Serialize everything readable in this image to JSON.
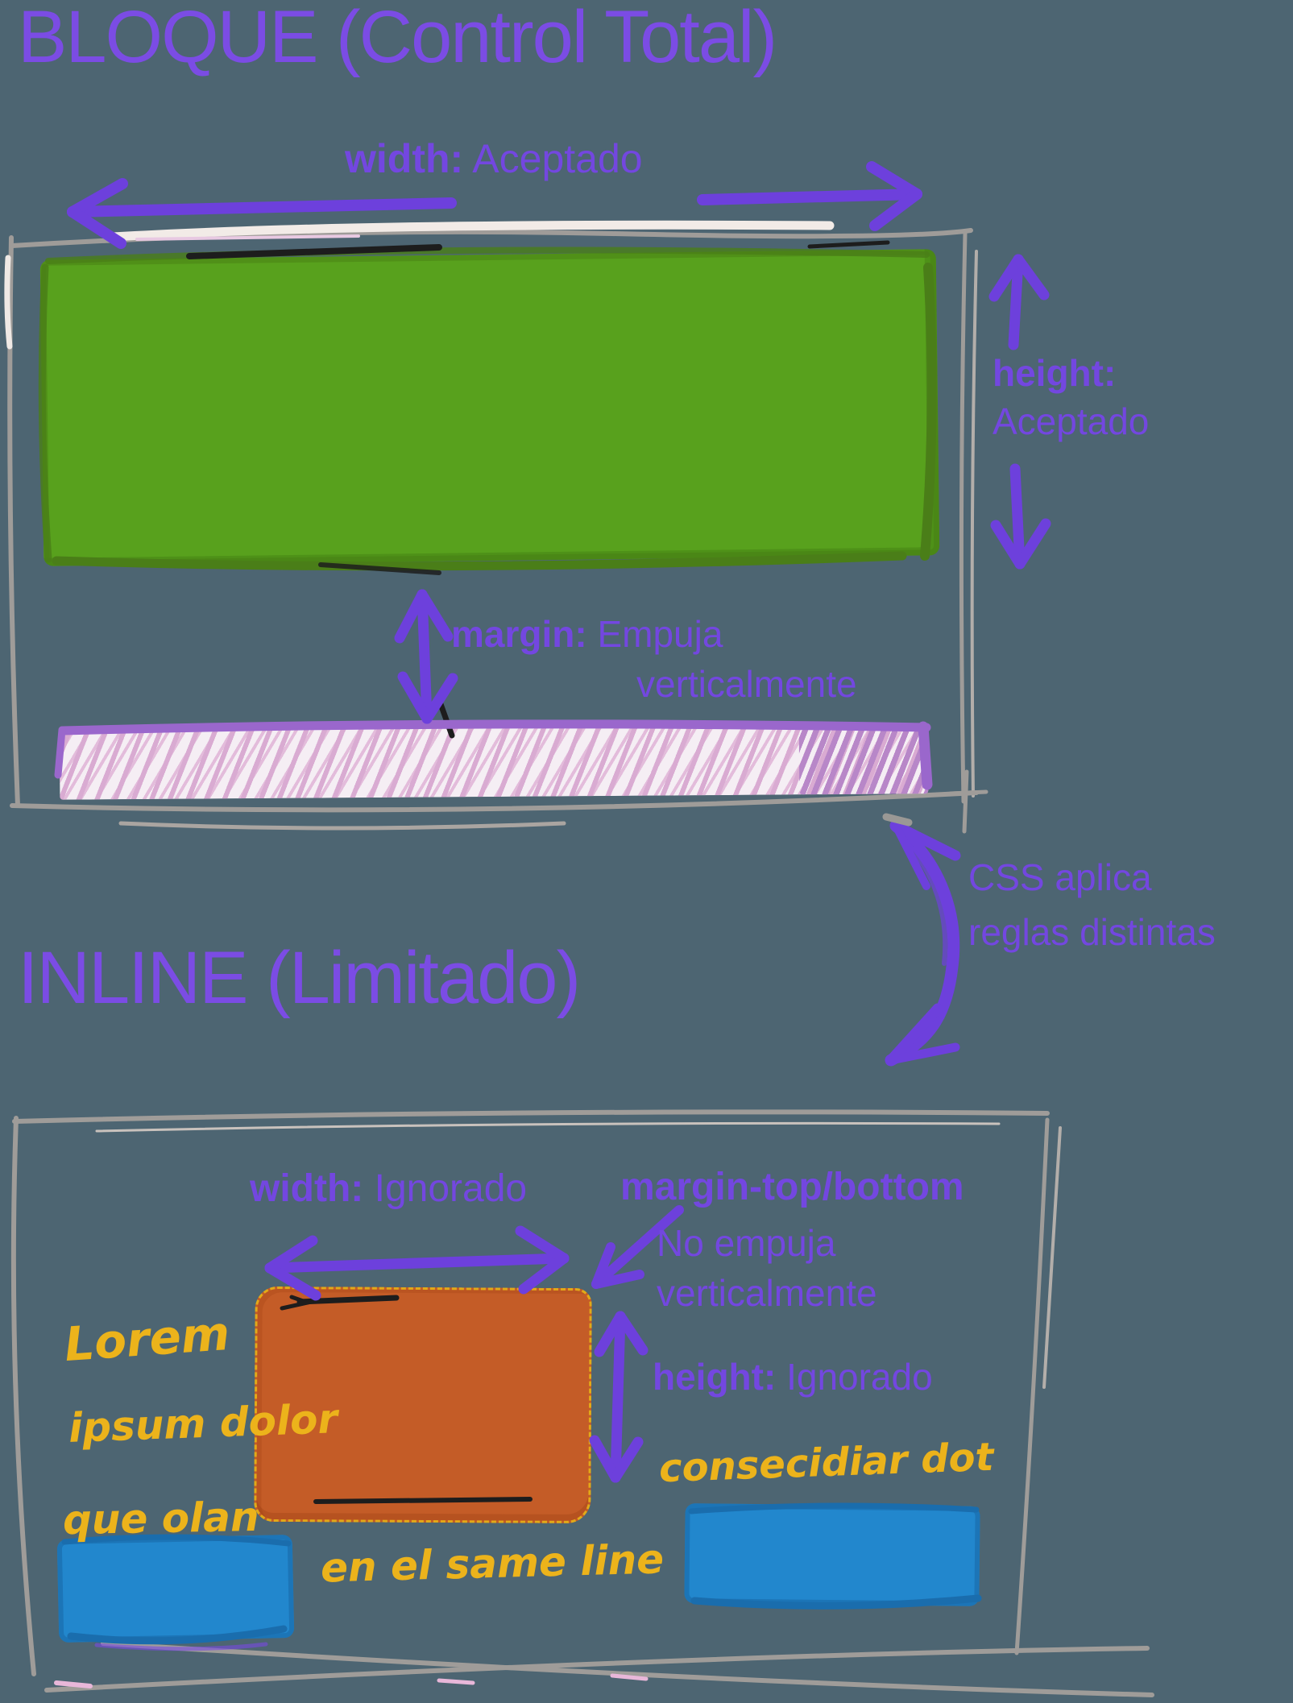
{
  "palette": {
    "background": "#4d6572",
    "ink_purple": "#7347e0",
    "arrow_purple": "#6d40dc",
    "sketch_gray": "#9f9c99",
    "highlight_white": "#f2ebe7",
    "green_fill": "#58a11d",
    "green_edge": "#4a7e18",
    "orange_fill": "#c45c27",
    "blue_fill": "#2287cd",
    "blue_edge": "#1a6dad",
    "yellow_ink": "#ecb31b",
    "pink_bar_fill": "#f5eef4",
    "pink_hatch": "#d9abd2",
    "bar_edge_purple": "#9a67cc"
  },
  "block_section": {
    "title": "BLOQUE (Control Total)",
    "width_label": {
      "bold": "width:",
      "rest": " Aceptado"
    },
    "height_label": {
      "bold": "height:",
      "rest": "Aceptado"
    },
    "margin_label": {
      "bold": "margin:",
      "rest": " Empuja",
      "line2": "verticalmente"
    }
  },
  "divider_note": {
    "line1": "CSS aplica",
    "line2": "reglas distintas"
  },
  "inline_section": {
    "title": "INLINE (Limitado)",
    "width_label": {
      "bold": "width:",
      "rest": " Ignorado"
    },
    "margin_label": {
      "bold": "margin-top/bottom",
      "line1": "No empuja",
      "line2": "verticalmente"
    },
    "height_label": {
      "bold": "height:",
      "rest": " Ignorado"
    },
    "handwriting": {
      "left_line1": "Lorem",
      "left_line2": "ipsum dolor",
      "left_line3": "que olan",
      "right_note": "consecidiar dot",
      "bottom_note": "en el same line"
    }
  }
}
